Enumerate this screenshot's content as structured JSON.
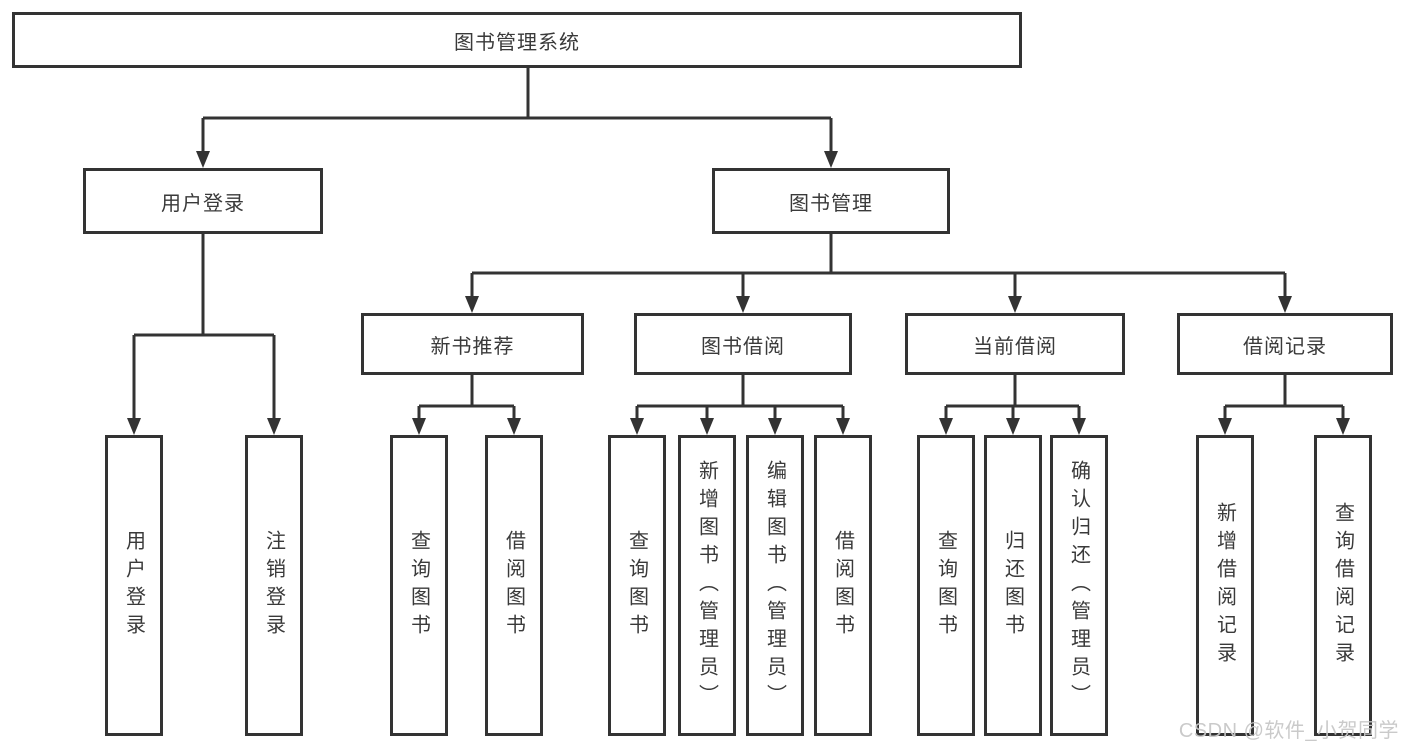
{
  "page": {
    "background_color": "#ffffff",
    "line_color": "#333333",
    "text_color": "#3a3a3a",
    "watermark_color": "#c8c8c8"
  },
  "watermark": {
    "text": "CSDN @软件_小贺同学"
  },
  "diagram": {
    "root": {
      "label": "图书管理系统"
    },
    "branches": [
      {
        "label": "用户登录",
        "children": [
          {
            "label": "用户登录"
          },
          {
            "label": "注销登录"
          }
        ]
      },
      {
        "label": "图书管理",
        "children": [
          {
            "label": "新书推荐",
            "children": [
              {
                "label": "查询图书"
              },
              {
                "label": "借阅图书"
              }
            ]
          },
          {
            "label": "图书借阅",
            "children": [
              {
                "label": "查询图书"
              },
              {
                "label": "新增图书（管理员）"
              },
              {
                "label": "编辑图书（管理员）"
              },
              {
                "label": "借阅图书"
              }
            ]
          },
          {
            "label": "当前借阅",
            "children": [
              {
                "label": "查询图书"
              },
              {
                "label": "归还图书"
              },
              {
                "label": "确认归还（管理员）"
              }
            ]
          },
          {
            "label": "借阅记录",
            "children": [
              {
                "label": "新增借阅记录"
              },
              {
                "label": "查询借阅记录"
              }
            ]
          }
        ]
      }
    ]
  }
}
